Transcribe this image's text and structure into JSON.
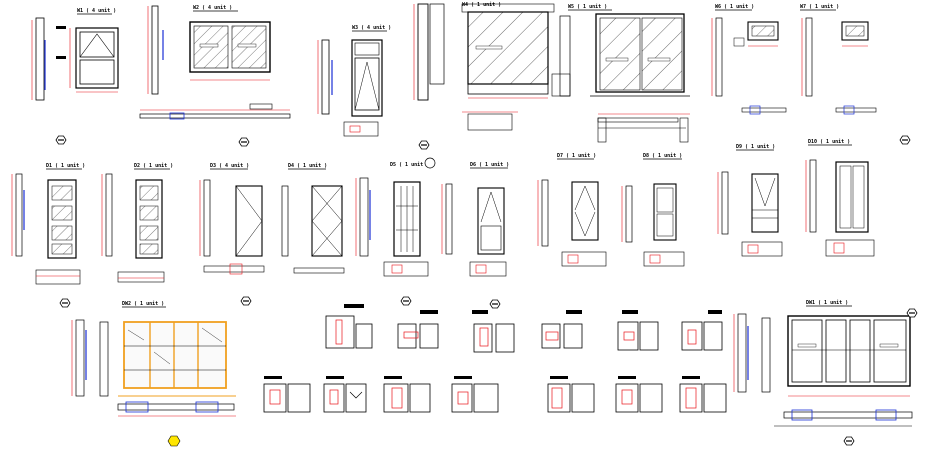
{
  "colors": {
    "background": "#ffffff",
    "line": "#000000",
    "dimension": "#e8141b",
    "accent": "#1a2fd6",
    "frame": "#f0a020",
    "marker": "#ffe600"
  },
  "icons": {
    "section_marker": "hexagon-marker-icon",
    "symbol": "circle-symbol-icon"
  },
  "row1": {
    "w1": {
      "title": "W1 ( 4 unit )"
    },
    "w2": {
      "title": "W2 ( 4 unit )"
    },
    "w3": {
      "title": "W3 ( 4 unit )"
    },
    "w4": {
      "title": "W4 ( 1 unit )"
    },
    "w5": {
      "title": "W5 ( 1 unit )"
    },
    "w6": {
      "title": "W6 ( 1 unit )"
    },
    "w7": {
      "title": "W7 ( 1 unit )"
    }
  },
  "row2": {
    "d1": {
      "title": "D1 ( 1 unit )"
    },
    "d2": {
      "title": "D2 ( 1 unit )"
    },
    "d3": {
      "title": "D3 ( 4 unit )"
    },
    "d4": {
      "title": "D4 ( 1 unit )"
    },
    "d5": {
      "title": "D5 ( 1 unit )"
    },
    "d6": {
      "title": "D6 ( 1 unit )"
    },
    "d7": {
      "title": "D7 ( 1 unit )"
    },
    "d8": {
      "title": "D8 ( 1 unit )"
    },
    "d9": {
      "title": "D9 ( 1 unit )"
    },
    "d10": {
      "title": "D10 ( 1 unit )"
    }
  },
  "row3": {
    "dw2": {
      "title": "DW2 ( 1 unit )"
    },
    "dw1": {
      "title": "DW1 ( 1 unit )"
    }
  }
}
